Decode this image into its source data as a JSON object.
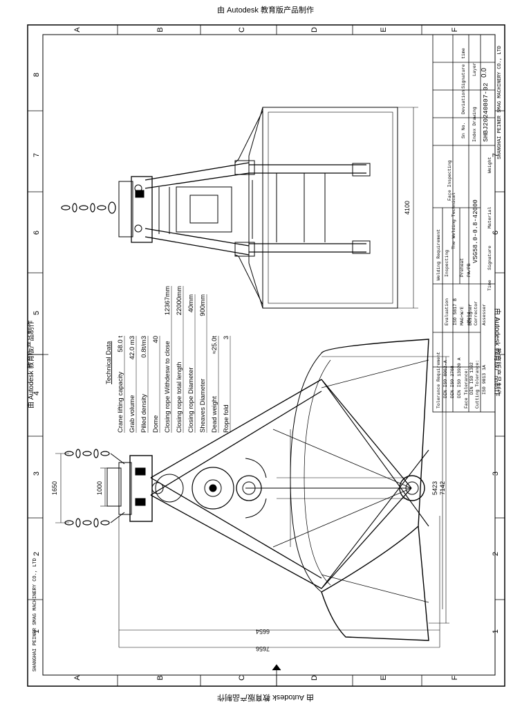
{
  "watermark": "由 Autodesk 教育版产品制作",
  "company": "SHANGHAI PEINER SMAG MACHINERY CO., LTD",
  "border": {
    "row_letters": [
      "A",
      "B",
      "C",
      "D",
      "E",
      "F"
    ],
    "col_numbers": [
      "1",
      "2",
      "3",
      "4",
      "5",
      "6",
      "7",
      "8"
    ]
  },
  "technical_data": {
    "title": "Technical Data",
    "rows": [
      {
        "label": "Crane lifting capacity",
        "value": "58.0 t"
      },
      {
        "label": "Grab volume",
        "value": "42.0 m3"
      },
      {
        "label": "Pilled density",
        "value": "0.8t/m3"
      },
      {
        "label": "Dome",
        "value": "40"
      },
      {
        "label": "Closing rope Withdesw to close",
        "value": "12367mm"
      },
      {
        "label": "Closing rope total length",
        "value": "22000mm"
      },
      {
        "label": "Closing rope Diameter",
        "value": "40mm"
      },
      {
        "label": "Sheaves Diameter",
        "value": "900mm"
      },
      {
        "label": "Dead weight",
        "value": "≈25.0t"
      },
      {
        "label": "Rope fold",
        "value": "3"
      }
    ]
  },
  "dimensions": {
    "d1650": "1650",
    "d1000": "1000",
    "d6654": "6654",
    "d7656": "7656",
    "d5423": "5423",
    "d7142": "7142",
    "d4100": "4100"
  },
  "title_block": {
    "welding_requirement": "Welding Requirement",
    "face_inspecting": "Face Inspecting",
    "inspecting": "Inspecting",
    "the_weld_tech": "The Welding Technical",
    "preheat": "Preheat",
    "pa_pb": "PA/PB",
    "evaluation": "Evaluation",
    "iso_5817": "ISO 5817 B",
    "mag": "MAG+W/E",
    "mold": "mMold",
    "tolerance_req": "Tolerance Requirement",
    "iso_8062": "DIN ISO 8062-A",
    "iso_2768": "DIN ISO 2768",
    "iso_13920": "DIN ISO 13920 A",
    "face_tol": "Face Tolerance:",
    "iso_1302": "DIN ISO 1302",
    "cut_tol": "Cutting Tolerance:",
    "iso_9013": "ISO 9013 1A",
    "designer": "Designer",
    "corrector": "Corrector",
    "assesser": "Assesser",
    "time": "Time",
    "signature": "Signature",
    "material": "Material",
    "weight": "Weight",
    "drawing_title": "VSG58.0-0.8-42000",
    "drawing_no": "SHBJ20240807-02",
    "version": "0.0",
    "sn": "Sn No.",
    "deviation": "Deviation",
    "signature2": "Signature",
    "time2": "time",
    "index": "Index Drawing",
    "layer": "Layer",
    "company_short": "SHANGHAI PEINER SMAG MACHINERY CO., LTD"
  }
}
